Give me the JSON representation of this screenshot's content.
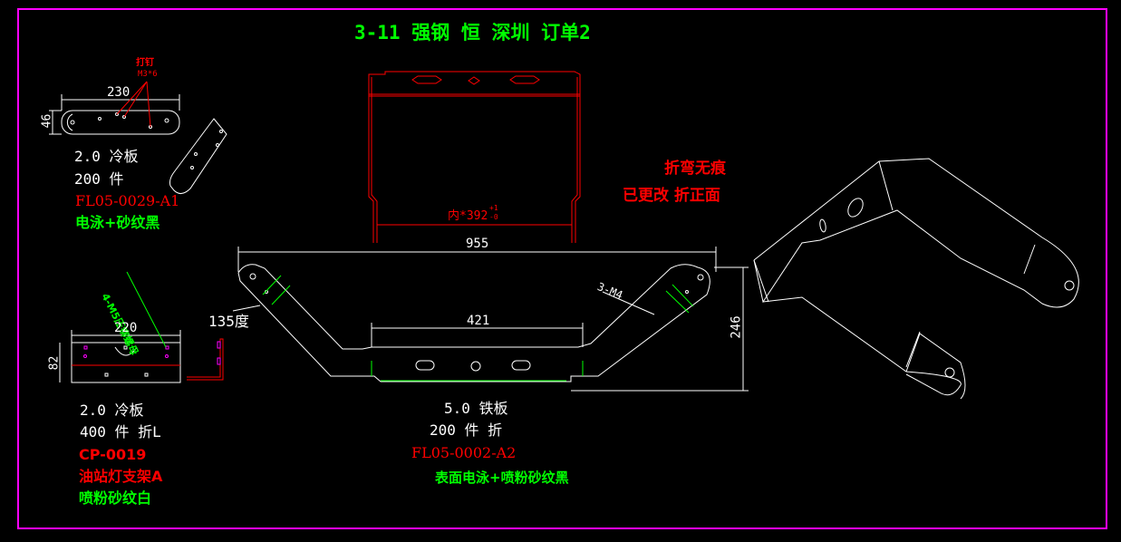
{
  "drawing": {
    "title": "3-11 强钢 恒 深圳 订单2",
    "colors": {
      "background": "#000000",
      "frame": "#ff00ff",
      "geometry": "#ffffff",
      "red_part": "#ff0000",
      "bend_lines": "#00ff00",
      "holes_magenta": "#ff00ff"
    }
  },
  "part_a1": {
    "dims": {
      "length": "230",
      "width": "46"
    },
    "callout": {
      "line1": "打钉",
      "line2": "M3*6"
    },
    "spec": {
      "thickness_material": "2.0  冷板",
      "quantity": "200  件",
      "part_no": "FL05-0029-A1",
      "finish": "电泳+砂纹黑"
    }
  },
  "part_cp": {
    "dims": {
      "length": "220",
      "height": "82"
    },
    "leader": "4-M5压铆螺母",
    "spec": {
      "thickness_material": "2.0  冷板",
      "quantity": "400  件  折L",
      "part_no": "CP-0019",
      "name": "油站灯支架A",
      "finish": "喷粉砂纹白"
    }
  },
  "part_a2": {
    "dims": {
      "overall": "955",
      "inner": "421",
      "height": "246",
      "angle": "135度",
      "thread": "3-M4"
    },
    "red_view_dim": {
      "prefix": "内*",
      "value": "392",
      "tol_plus": "+1",
      "tol_minus": "-0"
    },
    "notes": {
      "line1": "折弯无痕",
      "line2": "已更改  折正面"
    },
    "spec": {
      "thickness_material": "5.0  铁板",
      "quantity": "200  件  折",
      "part_no": "FL05-0002-A2",
      "finish": "表面电泳+喷粉砂纹黑"
    }
  }
}
